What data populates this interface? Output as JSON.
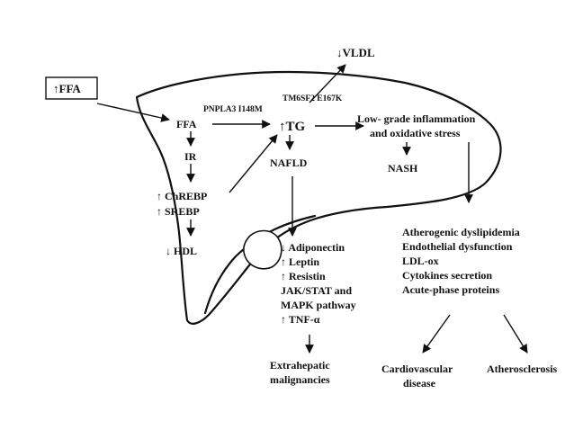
{
  "labels": {
    "ffa_box": "↑FFA",
    "vldl": "↓VLDL",
    "tm6sf2": "TM6SF2 E167K",
    "pnpla3": "PNPLA3 I148M",
    "ffa": "FFA",
    "tg": "↑TG",
    "inflammation_line1": "Low- grade inflammation",
    "inflammation_line2": "and oxidative stress",
    "ir": "IR",
    "nafld": "NAFLD",
    "nash": "NASH",
    "chrebp": "↑ ChREBP",
    "srebp": "↑ SREBP",
    "hdl": "↓ HDL",
    "athero_list": [
      "Atherogenic dyslipidemia",
      "Endothelial dysfunction",
      "LDL-ox",
      "Cytokines secretion",
      "Acute-phase proteins"
    ],
    "adipo_list": [
      "↓ Adiponectin",
      "↑ Leptin",
      "↑ Resistin",
      "JAK/STAT and",
      "MAPK pathway",
      "↑ TNF-α"
    ],
    "extrahepatic_line1": "Extrahepatic",
    "extrahepatic_line2": "malignancies",
    "cardio_line1": "Cardiovascular",
    "cardio_line2": "disease",
    "atherosclerosis": "Atherosclerosis"
  },
  "colors": {
    "ink": "#111111",
    "background": "#ffffff"
  }
}
